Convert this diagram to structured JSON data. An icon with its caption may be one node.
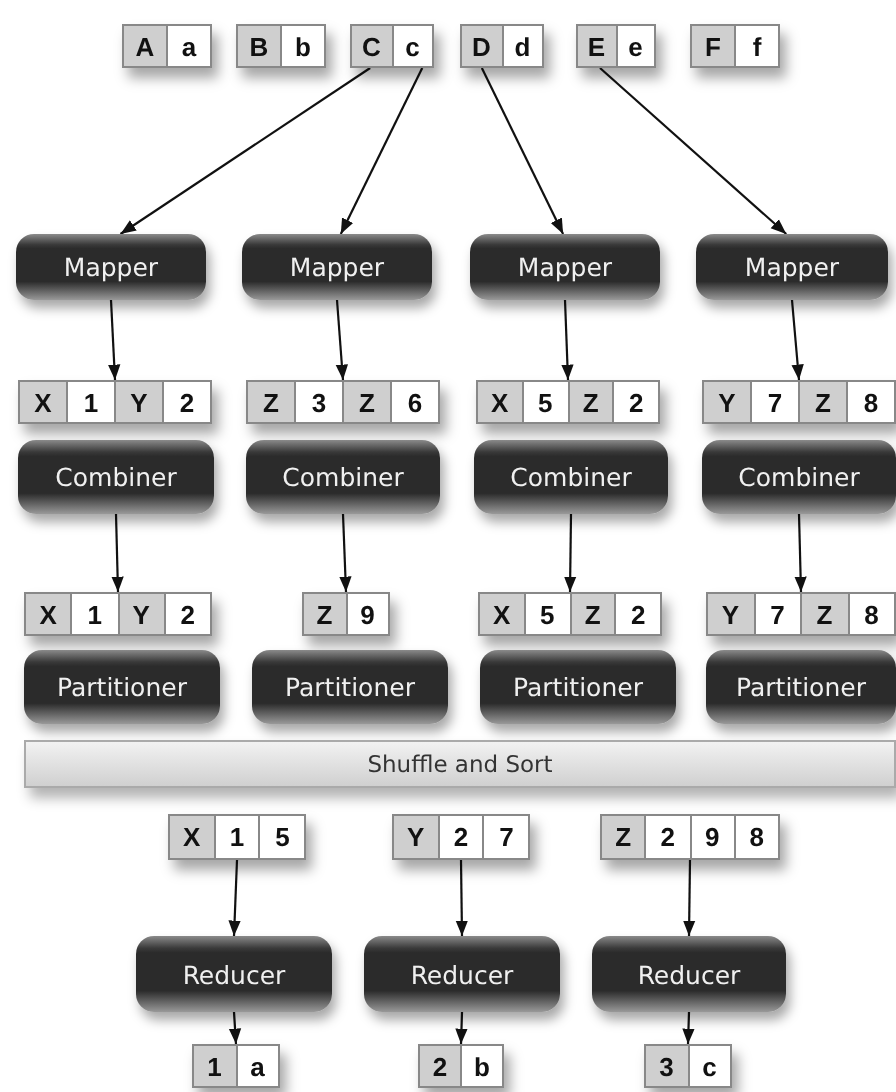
{
  "diagram": {
    "nodes": [
      {
        "text": [
          "A",
          "a"
        ]
      },
      {
        "text": [
          "B",
          "b"
        ]
      },
      {
        "text": [
          "C",
          "c"
        ]
      },
      {
        "text": [
          "D",
          "d"
        ]
      },
      {
        "text": [
          "E",
          "e"
        ]
      },
      {
        "text": [
          "F",
          "f"
        ]
      },
      {
        "text": [
          "Mapper"
        ]
      },
      {
        "text": [
          "Mapper"
        ]
      },
      {
        "text": [
          "Mapper"
        ]
      },
      {
        "text": [
          "Mapper"
        ]
      },
      {
        "text": [
          "X",
          "1",
          "Y",
          "2"
        ]
      },
      {
        "text": [
          "Z",
          "3",
          "Z",
          "6"
        ]
      },
      {
        "text": [
          "X",
          "5",
          "Z",
          "2"
        ]
      },
      {
        "text": [
          "Y",
          "7",
          "Z",
          "8"
        ]
      },
      {
        "text": [
          "Combiner"
        ]
      },
      {
        "text": [
          "Combiner"
        ]
      },
      {
        "text": [
          "Combiner"
        ]
      },
      {
        "text": [
          "Combiner"
        ]
      },
      {
        "text": [
          "X",
          "1",
          "Y",
          "2"
        ]
      },
      {
        "text": [
          "Z",
          "9"
        ]
      },
      {
        "text": [
          "X",
          "5",
          "Z",
          "2"
        ]
      },
      {
        "text": [
          "Y",
          "7",
          "Z",
          "8"
        ]
      },
      {
        "text": [
          "Partitioner"
        ]
      },
      {
        "text": [
          "Partitioner"
        ]
      },
      {
        "text": [
          "Partitioner"
        ]
      },
      {
        "text": [
          "Partitioner"
        ]
      },
      {
        "text": [
          "Shuffle and Sort"
        ]
      },
      {
        "text": [
          "X",
          "1",
          "5"
        ]
      },
      {
        "text": [
          "Y",
          "2",
          "7"
        ]
      },
      {
        "text": [
          "Z",
          "2",
          "9",
          "8"
        ]
      },
      {
        "text": [
          "Reducer"
        ]
      },
      {
        "text": [
          "Reducer"
        ]
      },
      {
        "text": [
          "Reducer"
        ]
      },
      {
        "text": [
          "1",
          "a"
        ]
      },
      {
        "text": [
          "2",
          "b"
        ]
      },
      {
        "text": [
          "3",
          "c"
        ]
      }
    ],
    "edges": [
      {
        "from": 2,
        "to": 6,
        "arrow": "to"
      },
      {
        "from": 2,
        "to": 7,
        "arrow": "to"
      },
      {
        "from": 3,
        "to": 8,
        "arrow": "to"
      },
      {
        "from": 4,
        "to": 9,
        "arrow": "to"
      },
      {
        "from": 6,
        "to": 10,
        "arrow": "to"
      },
      {
        "from": 7,
        "to": 11,
        "arrow": "to"
      },
      {
        "from": 8,
        "to": 12,
        "arrow": "to"
      },
      {
        "from": 9,
        "to": 13,
        "arrow": "to"
      },
      {
        "from": 14,
        "to": 18,
        "arrow": "to"
      },
      {
        "from": 15,
        "to": 19,
        "arrow": "to"
      },
      {
        "from": 16,
        "to": 20,
        "arrow": "to"
      },
      {
        "from": 17,
        "to": 21,
        "arrow": "to"
      },
      {
        "from": 27,
        "to": 30,
        "arrow": "to"
      },
      {
        "from": 28,
        "to": 31,
        "arrow": "to"
      },
      {
        "from": 29,
        "to": 32,
        "arrow": "to"
      },
      {
        "from": 30,
        "to": 33,
        "arrow": "to"
      },
      {
        "from": 31,
        "to": 34,
        "arrow": "to"
      },
      {
        "from": 32,
        "to": 35,
        "arrow": "to"
      }
    ]
  }
}
